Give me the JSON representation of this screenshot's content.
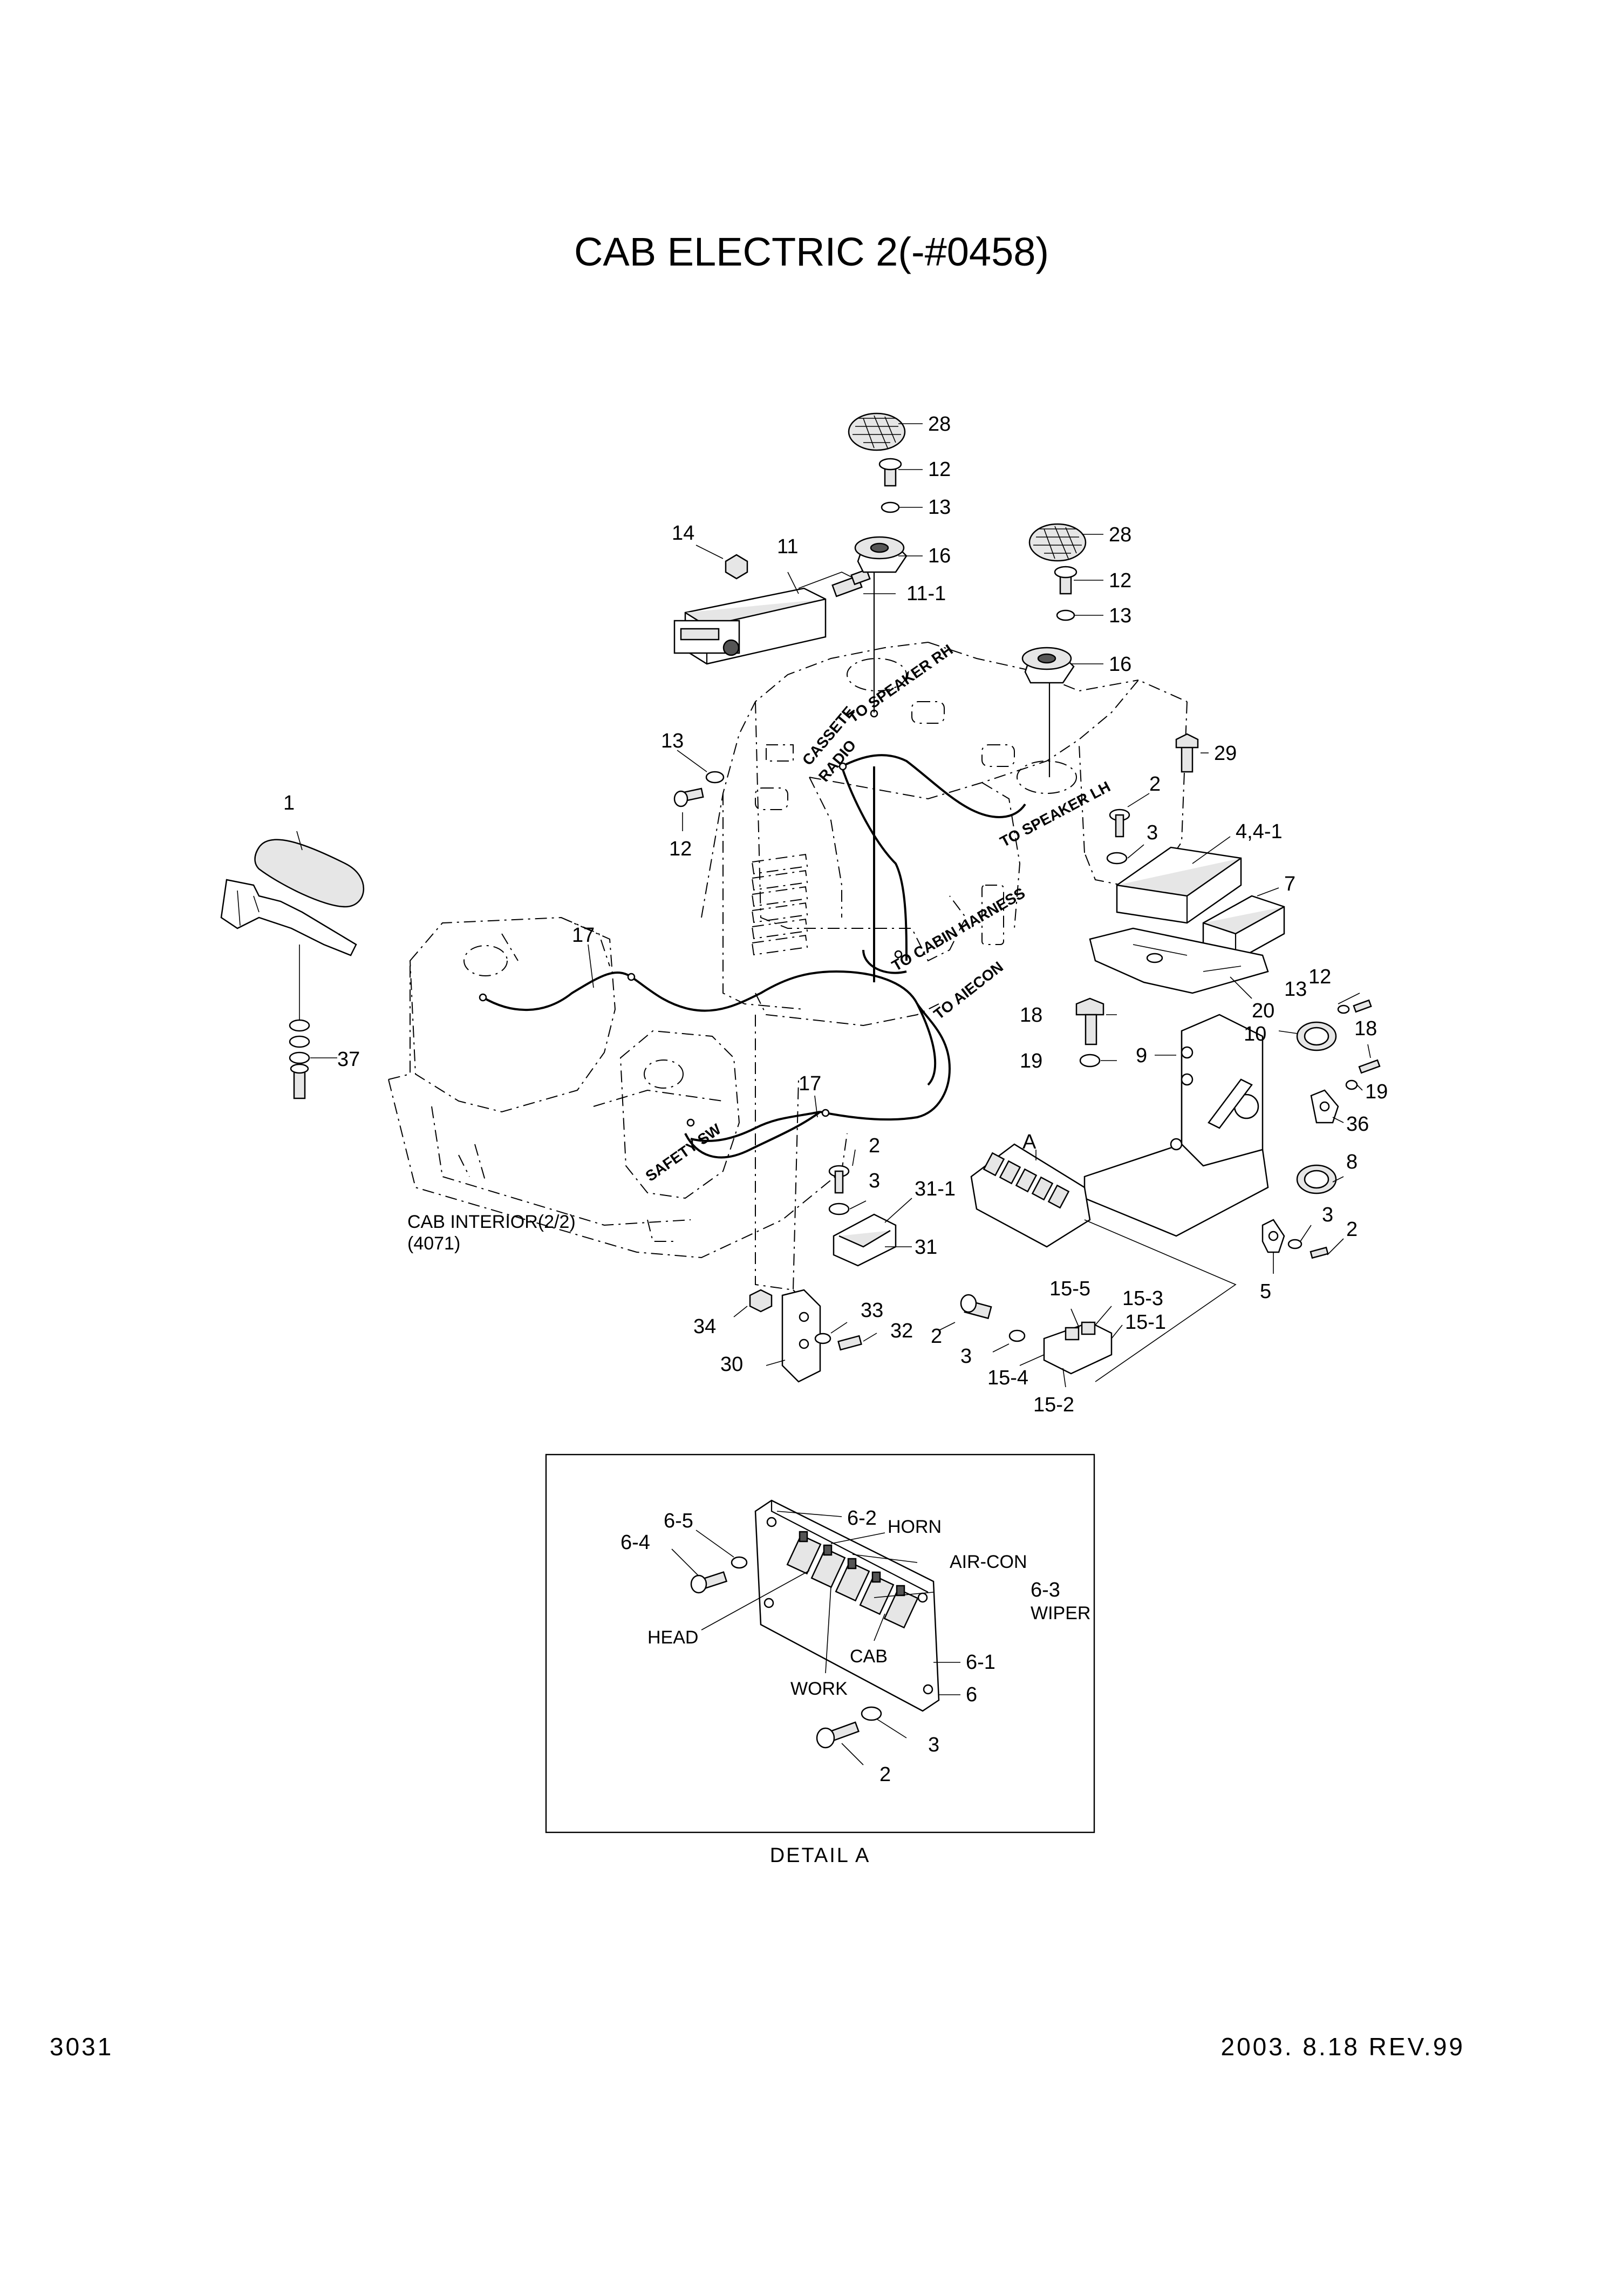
{
  "title": "CAB ELECTRIC 2(-#0458)",
  "page_number": "3031",
  "revision": "2003. 8.18 REV.99",
  "reference_note": {
    "line1": "CAB INTERIOR(2/2)",
    "line2": "(4071)"
  },
  "wire_labels": {
    "speaker_rh": "TO SPEAKER RH",
    "speaker_lh": "TO SPEAKER LH",
    "cassette_1": "CASSETE",
    "cassette_2": "RADIO",
    "cabin_harness": "TO CABIN HARNESS",
    "aircon": "TO AIECON",
    "safety_sw": "SAFETY SW"
  },
  "callouts": {
    "c1": "1",
    "c37": "37",
    "c17a": "17",
    "c17b": "17",
    "c14": "14",
    "c11": "11",
    "c11_1": "11-1",
    "c28a": "28",
    "c12a": "12",
    "c13a": "13",
    "c16a": "16",
    "c28b": "28",
    "c12b": "12",
    "c13b": "13",
    "c16b": "16",
    "c13c": "13",
    "c12c": "12",
    "c29": "29",
    "c2a": "2",
    "c3a": "3",
    "c4": "4,4-1",
    "c7": "7",
    "c20": "20",
    "c18a": "18",
    "c19a": "19",
    "c13d": "13",
    "c12d": "12",
    "c10": "10",
    "c9": "9",
    "c18b": "18",
    "c19b": "19",
    "c36": "36",
    "c8": "8",
    "c3b": "3",
    "c2b": "2",
    "c5": "5",
    "cA": "A",
    "c2c": "2",
    "c3c": "3",
    "c31_1": "31-1",
    "c31": "31",
    "c34": "34",
    "c33": "33",
    "c32": "32",
    "c30": "30",
    "c15_5": "15-5",
    "c15_3": "15-3",
    "c15_1": "15-1",
    "c2d": "2",
    "c3d": "3",
    "c15_4": "15-4",
    "c15_2": "15-2"
  },
  "detail": {
    "caption": "DETAIL A",
    "callouts": {
      "d6_5": "6-5",
      "d6_2": "6-2",
      "d6_4": "6-4",
      "d6_3": "6-3",
      "d6_1": "6-1",
      "d6": "6",
      "d3": "3",
      "d2": "2"
    },
    "switch_labels": {
      "horn": "HORN",
      "aircon": "AIR-CON",
      "wiper": "WIPER",
      "head": "HEAD",
      "cab": "CAB",
      "work": "WORK"
    }
  }
}
